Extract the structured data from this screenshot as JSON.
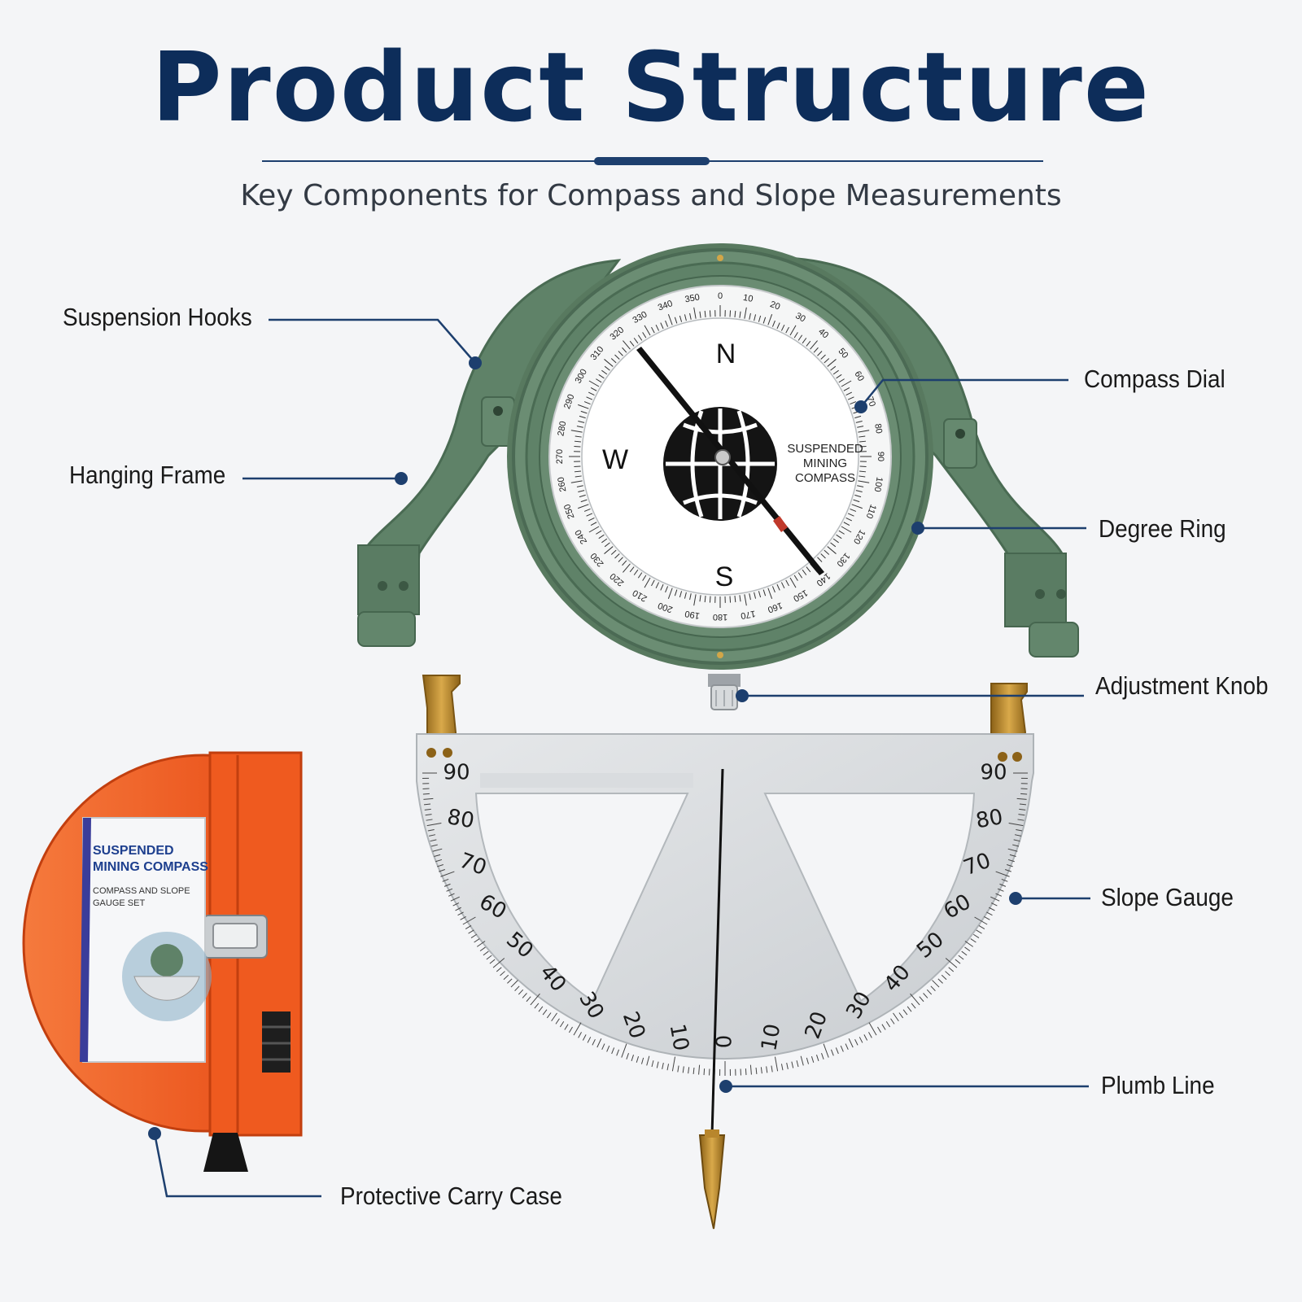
{
  "header": {
    "title": "Product Structure",
    "subtitle": "Key Components for Compass and Slope Measurements"
  },
  "callouts": {
    "suspension_hooks": "Suspension Hooks",
    "hanging_frame": "Hanging Frame",
    "compass_dial": "Compass Dial",
    "degree_ring": "Degree Ring",
    "adjustment_knob": "Adjustment Knob",
    "slope_gauge": "Slope Gauge",
    "plumb_line": "Plumb Line",
    "carry_case": "Protective Carry Case"
  },
  "compass": {
    "north": "N",
    "south": "S",
    "west": "W",
    "brand_line1": "SUSPENDED",
    "brand_line2": "MINING",
    "brand_line3": "COMPASS",
    "degree_labels": [
      "0",
      "10",
      "20",
      "30",
      "40",
      "50",
      "60",
      "70",
      "80",
      "90",
      "100",
      "110",
      "120",
      "130",
      "140",
      "150",
      "160",
      "170",
      "180",
      "190",
      "200",
      "210",
      "220",
      "230",
      "240",
      "250",
      "260",
      "270",
      "280",
      "290",
      "300",
      "310",
      "320",
      "330",
      "340",
      "350"
    ]
  },
  "slope_gauge": {
    "left_labels": [
      "0",
      "10",
      "20",
      "30",
      "40",
      "50",
      "60",
      "70",
      "80",
      "90"
    ],
    "right_labels": [
      "10",
      "20",
      "30",
      "40",
      "50",
      "60",
      "70",
      "80",
      "90"
    ]
  },
  "manual": {
    "title_line1": "SUSPENDED",
    "title_line2": "MINING COMPASS",
    "sub_line1": "COMPASS AND SLOPE",
    "sub_line2": "GAUGE SET"
  },
  "colors": {
    "title": "#0d2d5a",
    "frame_green": "#5f8268",
    "case_orange": "#f0531e",
    "brass": "#b8862c",
    "callout_line": "#1d3f6e"
  }
}
